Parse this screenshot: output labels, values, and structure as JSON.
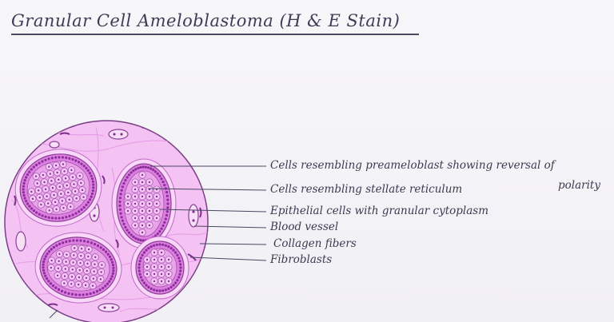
{
  "title": "Granular Cell Ameloblastoma (H & E Stain)",
  "labels": [
    "Cells resembling preameloblast showing reversal of",
    "polarity",
    "Cells resembling stellate reticulum",
    "Epithelial cells with granular cytoplasm",
    "Blood vessel",
    "Collagen fibers",
    "Fibroblasts"
  ],
  "colors": {
    "stroma": "#f2b8f0",
    "cell_nest": "#dd7fe0",
    "nucleus": "#8a2e9a",
    "pencil": "#4a4760"
  }
}
